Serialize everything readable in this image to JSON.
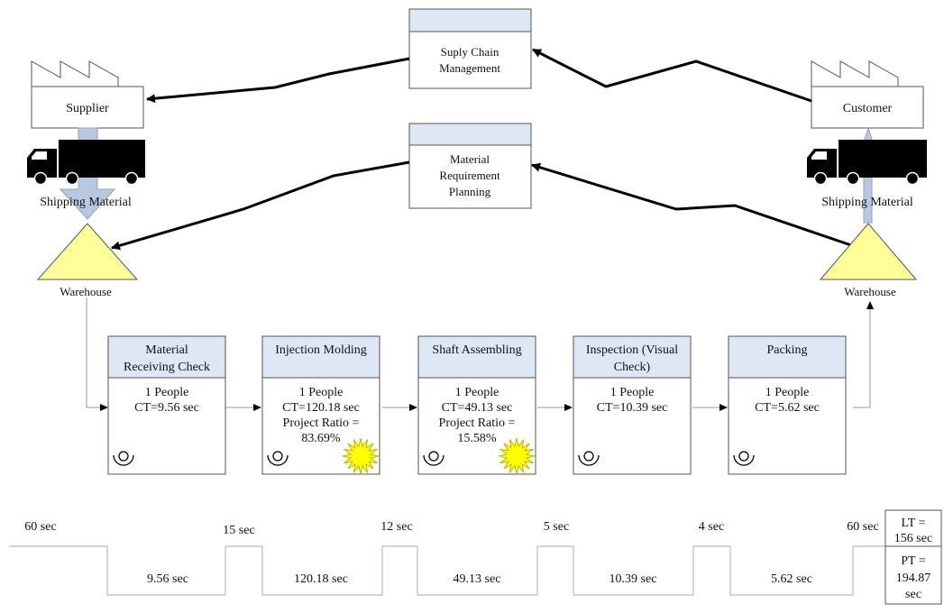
{
  "entities": {
    "supplier": "Supplier",
    "customer": "Customer",
    "scm": [
      "Suply Chain",
      "Management"
    ],
    "mrp": [
      "Material",
      "Requirement",
      "Planning"
    ],
    "shipping_left": "Shipping Material",
    "shipping_right": "Shipping Material",
    "warehouse_left": "Warehouse",
    "warehouse_right": "Warehouse"
  },
  "processes": [
    {
      "title": [
        "Material",
        "Receiving Check"
      ],
      "details": [
        "1 People",
        "CT=9.56 sec"
      ],
      "kaizen": false
    },
    {
      "title": [
        "Injection Molding"
      ],
      "details": [
        "1 People",
        "CT=120.18 sec",
        "Project Ratio =",
        "83.69%"
      ],
      "kaizen": true
    },
    {
      "title": [
        "Shaft Assembling"
      ],
      "details": [
        "1 People",
        "CT=49.13 sec",
        "Project Ratio =",
        "15.58%"
      ],
      "kaizen": true
    },
    {
      "title": [
        "Inspection (Visual",
        "Check)"
      ],
      "details": [
        "1 People",
        "CT=10.39 sec"
      ],
      "kaizen": false
    },
    {
      "title": [
        "Packing"
      ],
      "details": [
        "1 People",
        "CT=5.62 sec"
      ],
      "kaizen": false
    }
  ],
  "timeline": {
    "wait": [
      "60 sec",
      "15 sec",
      "12 sec",
      "5 sec",
      "4 sec",
      "60 sec"
    ],
    "process": [
      "9.56 sec",
      "120.18 sec",
      "49.13 sec",
      "10.39 sec",
      "5.62 sec"
    ],
    "lt": [
      "LT =",
      "156 sec"
    ],
    "pt": [
      "PT =",
      "194.87",
      "sec"
    ]
  },
  "colors": {
    "header_fill": "#dde7f5",
    "warehouse_fill": "#ffff99",
    "kaizen_fill": "#ffff00",
    "push_arrow": "#b8c8e0",
    "line": "#000000",
    "timeline_line": "#bbbbbb"
  }
}
